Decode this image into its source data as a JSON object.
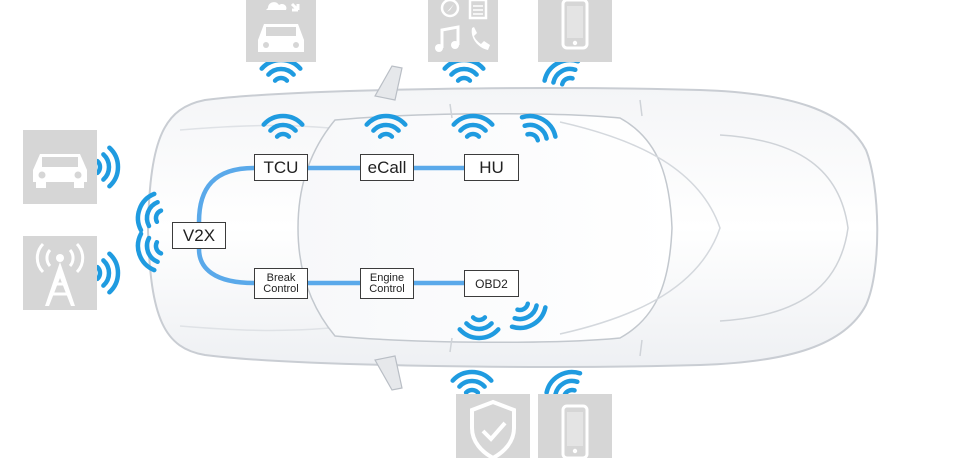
{
  "colors": {
    "signal": "#1f9be0",
    "bus": "#5aa9ea",
    "tile": "#d6d6d6",
    "tile_icon": "#ffffff",
    "node_border": "#3c3c3c"
  },
  "nodes": {
    "tcu": "TCU",
    "ecall": "eCall",
    "hu": "HU",
    "v2x": "V2X",
    "break_control": [
      "Break",
      "Control"
    ],
    "engine_control": [
      "Engine",
      "Control"
    ],
    "obd2": "OBD2"
  },
  "external_tiles": [
    {
      "icon": "car-cloud-sync-icon"
    },
    {
      "icon": "media-navigation-icon"
    },
    {
      "icon": "smartphone-icon"
    },
    {
      "icon": "vehicle-icon"
    },
    {
      "icon": "radio-tower-icon"
    },
    {
      "icon": "security-shield-icon"
    },
    {
      "icon": "smartphone-icon"
    }
  ]
}
